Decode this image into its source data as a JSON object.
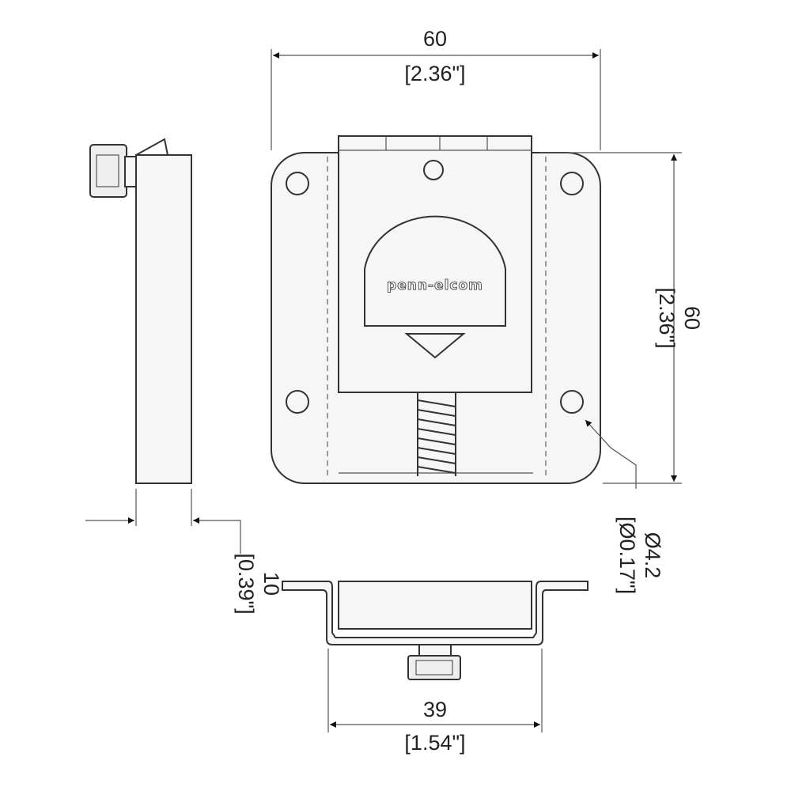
{
  "dimensions": {
    "top_width": {
      "mm": "60",
      "inch": "[2.36\"]"
    },
    "right_height": {
      "mm": "60",
      "inch": "[2.36\"]"
    },
    "side_thickness": {
      "mm": "10",
      "inch": "[0.39\"]"
    },
    "hole_diameter": {
      "mm": "Ø4.2",
      "inch": "[Ø0.17\"]"
    },
    "bottom_width": {
      "mm": "39",
      "inch": "[1.54\"]"
    }
  },
  "logo": {
    "text": "penn-elcom"
  }
}
